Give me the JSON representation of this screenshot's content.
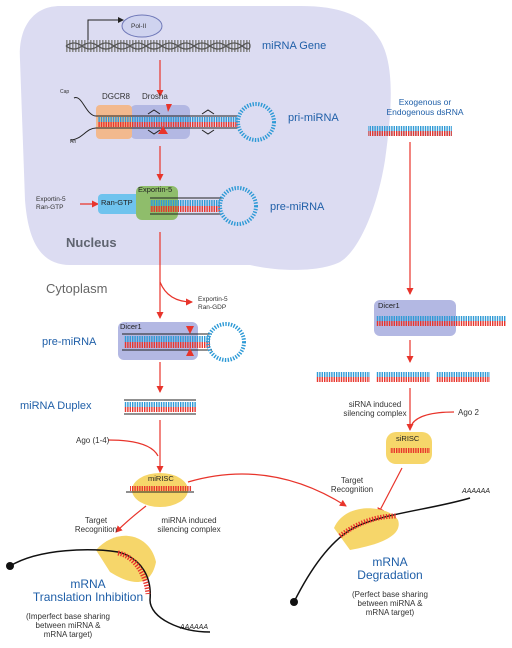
{
  "colors": {
    "nucleus_fill": "#dcdcf2",
    "arrow": "#e8342b",
    "strand_blue": "#2e9ad6",
    "strand_red": "#e8342b",
    "label_blue": "#1f5fa8",
    "risc_yellow": "#f6d66a",
    "dgcr8_orange": "#f2b98e",
    "exportin_green": "#8fbd6b",
    "rangtp_blue": "#6fc3ee"
  },
  "nucleus": {
    "title": "Nucleus",
    "pol2": "Pol-II",
    "mirna_gene": "miRNA Gene",
    "cap": "Cap",
    "polya": "An",
    "dgcr8": "DGCR8",
    "drosha": "Drosha",
    "pri_mirna": "pri-miRNA",
    "exportin_ran_line1": "Exportin-5",
    "exportin_ran_line2": "Ran-GTP",
    "ran_gtp": "Ran-GTP",
    "exportin5": "Exportin-5",
    "pre_mirna": "pre-miRNA"
  },
  "cytoplasm": {
    "title": "Cytoplasm",
    "ran_gdp_line1": "Exportin-5",
    "ran_gdp_line2": "Ran-GDP",
    "pre_mirna": "pre-miRNA",
    "dicer1": "Dicer1",
    "mirna_duplex": "miRNA Duplex",
    "ago": "Ago (1-4)",
    "mirisc": "miRISC",
    "mirisc_desc_line1": "miRNA induced",
    "mirisc_desc_line2": "silencing complex",
    "target_recog_line1": "Target",
    "target_recog_line2": "Recognition",
    "translation_title_line1": "mRNA",
    "translation_title_line2": "Translation Inhibition",
    "translation_note_line1": "(Imperfect base sharing",
    "translation_note_line2": "between miRNA &",
    "translation_note_line3": "mRNA target)",
    "polya_tail_left": "AAAAAA"
  },
  "sirna_path": {
    "exogenous_line1": "Exogenous or",
    "exogenous_line2": "Endogenous dsRNA",
    "dicer1": "Dicer1",
    "sirna_desc_line1": "siRNA induced",
    "sirna_desc_line2": "silencing complex",
    "ago2": "Ago 2",
    "sirisc": "siRISC",
    "target_recog_line1": "Target",
    "target_recog_line2": "Recognition",
    "polya_tail_right": "AAAAAA",
    "degradation_line1": "mRNA",
    "degradation_line2": "Degradation",
    "degradation_note_line1": "(Perfect base sharing",
    "degradation_note_line2": "between miRNA &",
    "degradation_note_line3": "mRNA target)"
  }
}
